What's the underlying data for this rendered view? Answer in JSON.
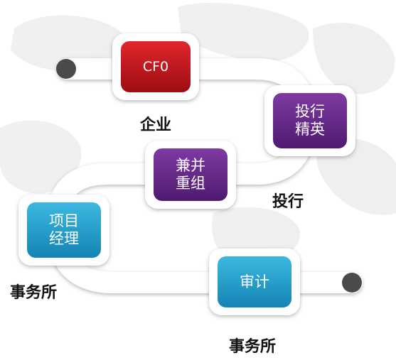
{
  "nodes": {
    "cfo": {
      "label": "CF0",
      "color": "#c4131b"
    },
    "ib_elite": {
      "label": "投行\n精英",
      "color": "#6b2a8f"
    },
    "mna": {
      "label": "兼并\n重组",
      "color": "#6b2a8f"
    },
    "project_manager": {
      "label": "项目\n经理",
      "color": "#1ea3cf"
    },
    "audit": {
      "label": "审计",
      "color": "#1ea3cf"
    }
  },
  "captions": {
    "enterprise": "企业",
    "investment_bank": "投行",
    "firm_left": "事务所",
    "firm_bottom": "事务所"
  },
  "colors": {
    "track": "#ffffff",
    "endpoint": "#4a4a4a",
    "map_background": "#eeeeee"
  }
}
